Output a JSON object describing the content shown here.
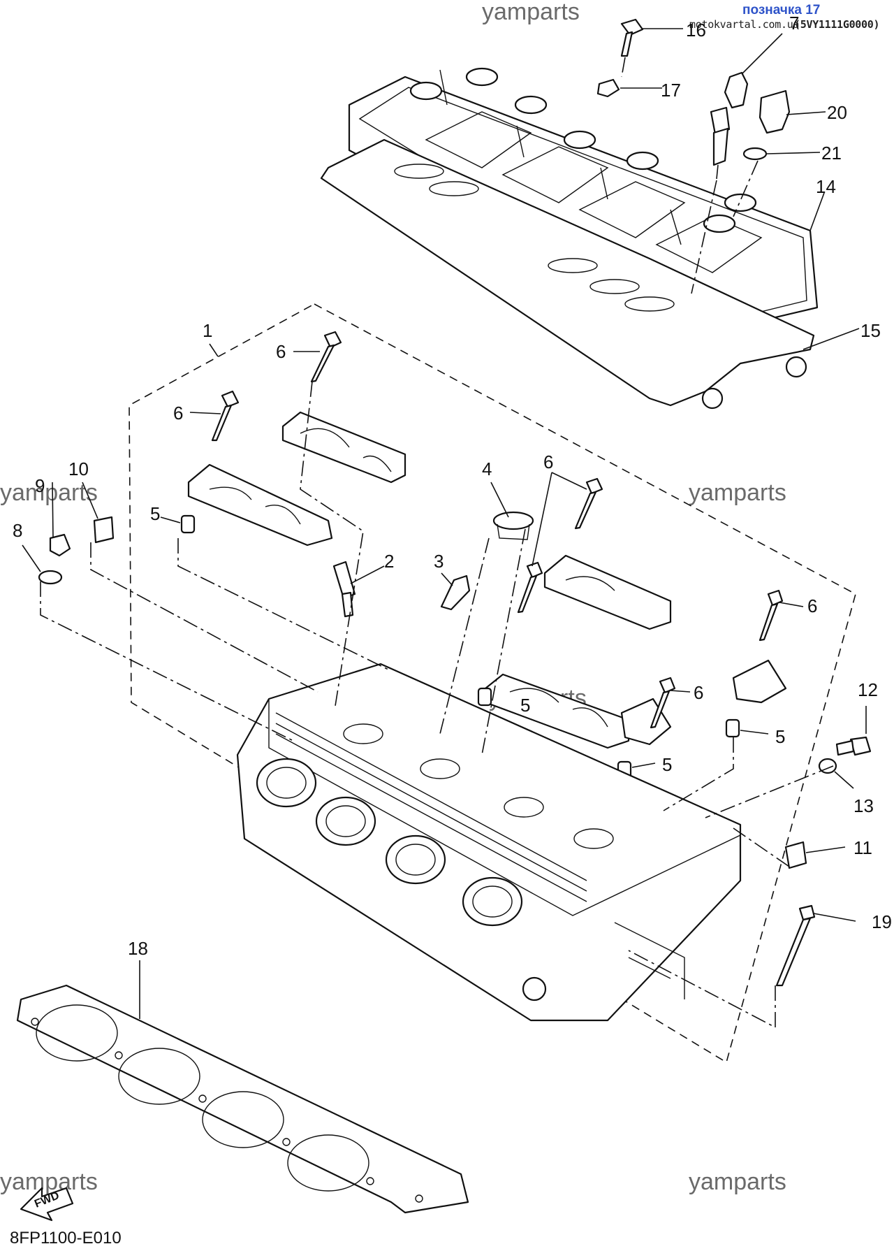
{
  "header": {
    "note": "позначка 17",
    "site": "motokvartal.com.ua",
    "part_number": "(5VY1111G0000)"
  },
  "watermark": "yamparts",
  "diagram_code": "8FP1100-E010",
  "fwd_label": "FWD",
  "callouts": {
    "c1": "1",
    "c2": "2",
    "c3": "3",
    "c4": "4",
    "c5a": "5",
    "c5b": "5",
    "c5c": "5",
    "c5d": "5",
    "c6a": "6",
    "c6b": "6",
    "c6c": "6",
    "c6d": "6",
    "c6e": "6",
    "c7": "7",
    "c8": "8",
    "c9": "9",
    "c10": "10",
    "c11": "11",
    "c12": "12",
    "c13": "13",
    "c14": "14",
    "c15": "15",
    "c16": "16",
    "c17": "17",
    "c18": "18",
    "c19": "19",
    "c20": "20",
    "c21": "21"
  },
  "icons": [
    "bolt-icon",
    "dowel-pin-icon",
    "valve-guide-icon",
    "plug-icon",
    "spark-plug-icon",
    "gasket-icon"
  ]
}
